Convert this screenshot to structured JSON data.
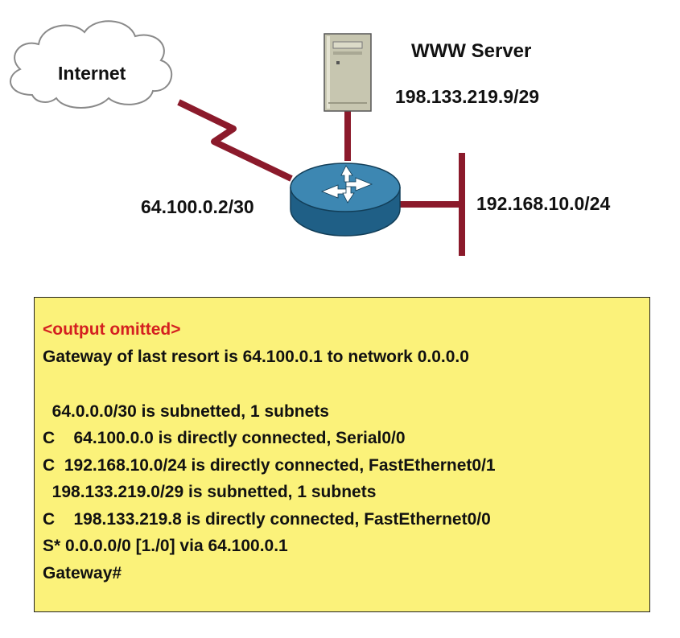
{
  "colors": {
    "link": "#8b1a2b",
    "router": "#2b6f96",
    "router_top": "#3d87b2",
    "server": "#c7c6b0",
    "output_bg": "#fbf27a",
    "highlight": "#d42020"
  },
  "icons": {
    "cloud": "internet-cloud-icon",
    "server": "server-icon",
    "router": "router-icon"
  },
  "diagram": {
    "internet_label": "Internet",
    "server_name": "WWW Server",
    "server_ip": "198.133.219.9/29",
    "serial_ip": "64.100.0.2/30",
    "lan_network": "192.168.10.0/24"
  },
  "output": {
    "lines": [
      "<output omitted>",
      "Gateway of last resort is 64.100.0.1 to network 0.0.0.0",
      "",
      "  64.0.0.0/30 is subnetted, 1 subnets",
      "C    64.100.0.0 is directly connected, Serial0/0",
      "C  192.168.10.0/24 is directly connected, FastEthernet0/1",
      "  198.133.219.0/29 is subnetted, 1 subnets",
      "C    198.133.219.8 is directly connected, FastEthernet0/0",
      "S* 0.0.0.0/0 [1./0] via 64.100.0.1",
      "Gateway#"
    ]
  }
}
